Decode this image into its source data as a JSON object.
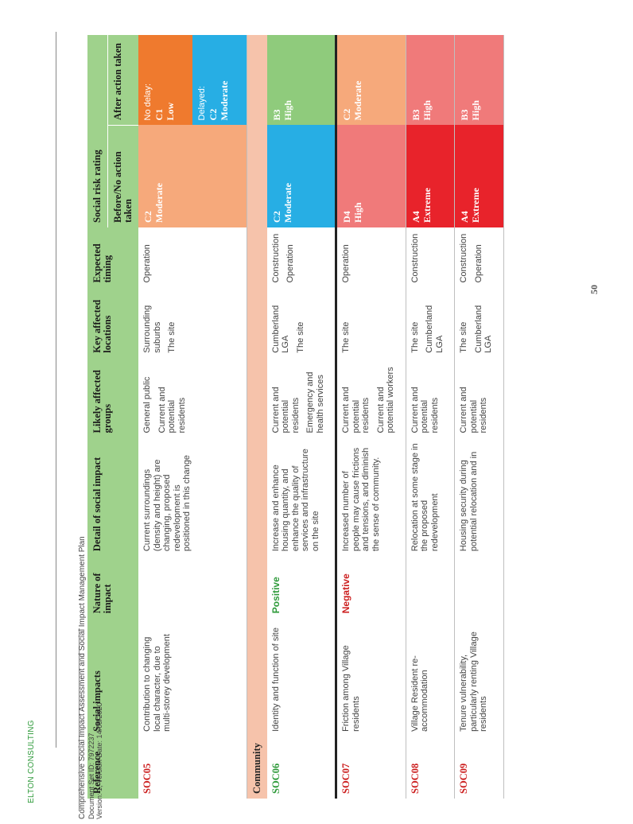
{
  "brand": "ELTON CONSULTING",
  "page_number": "50",
  "footer": {
    "line1": "Comprehensive Social Impact Assessment and Social Impact Management Plan",
    "line2": "Document Set ID: 7972237",
    "line3": "Version: 1, Version Date: 14/05/2020"
  },
  "headers": {
    "reference": "Reference",
    "social_impacts": "Social impacts",
    "nature": "Nature of impact",
    "detail": "Detail of social impact",
    "groups": "Likely affected groups",
    "locations": "Key affected locations",
    "timing": "Expected timing",
    "risk": "Social risk rating",
    "before": "Before/No action taken",
    "after": "After action taken"
  },
  "section_community": "Community",
  "rows": {
    "soc05": {
      "ref": "SOC05",
      "impact": "Contribution to changing local character, due to multi-storey development",
      "nature": "",
      "detail": "Current surroundings (density and height) are changing, proposed redevelopment is positioned in this change",
      "groups1": "General public",
      "groups2": "Current and potential residents",
      "loc1": "Surrounding suburbs",
      "loc2": "The site",
      "timing1": "Operation",
      "before_code": "C2",
      "before_level": "Moderate",
      "after_a_label": "No delay:",
      "after_a_code": "C1",
      "after_a_level": "Low",
      "after_b_label": "Delayed:",
      "after_b_code": "C2",
      "after_b_level": "Moderate"
    },
    "soc06": {
      "ref": "SOC06",
      "impact": "Identity and function of site",
      "nature": "Positive",
      "detail": "Increase and enhance housing quantity, and enhance the quality of services and infrastructure on the site",
      "groups1": "Current and potential residents",
      "groups2": "Emergency and health services",
      "loc1": "Cumberland LGA",
      "loc2": "The site",
      "timing1": "Construction",
      "timing2": "Operation",
      "before_code": "C2",
      "before_level": "Moderate",
      "after_code": "B3",
      "after_level": "High"
    },
    "soc07": {
      "ref": "SOC07",
      "impact": "Friction among Village residents",
      "nature": "Negative",
      "detail": "Increased number of people may cause frictions and tensions, and diminish the sense of community.",
      "groups1": "Current and potential residents",
      "groups2": "Current and potential workers",
      "loc1": "The site",
      "timing1": "Operation",
      "before_code": "D4",
      "before_level": "High",
      "after_code": "C2",
      "after_level": "Moderate"
    },
    "soc08": {
      "ref": "SOC08",
      "impact": "Village Resident re-accommodation",
      "detail": "Relocation at some stage in the proposed redevelopment",
      "groups1": "Current and potential residents",
      "loc1": "The site",
      "loc2": "Cumberland LGA",
      "timing1": "Construction",
      "before_code": "A4",
      "before_level": "Extreme",
      "after_code": "B3",
      "after_level": "High"
    },
    "soc09": {
      "ref": "SOC09",
      "impact": "Tenure vulnerability, particularly renting Village residents",
      "detail": "Housing security during potential relocation and in",
      "groups1": "Current and potential residents",
      "loc1": "The site",
      "loc2": "Cumberland LGA",
      "timing1": "Construction",
      "timing2": "Operation",
      "before_code": "A4",
      "before_level": "Extreme",
      "after_code": "B3",
      "after_level": "High"
    }
  },
  "colors": {
    "header_green": "#9fd28c",
    "section_peach": "#f6c3ab",
    "moderate": "#f6a97b",
    "high": "#f07a7a",
    "extreme": "#e8232b",
    "low": "#ef7a2e",
    "moderate_blue": "#27aee4",
    "high_green": "#8fcb7c",
    "ref_red": "#cc1f1f",
    "positive_green": "#2e9a3a"
  }
}
